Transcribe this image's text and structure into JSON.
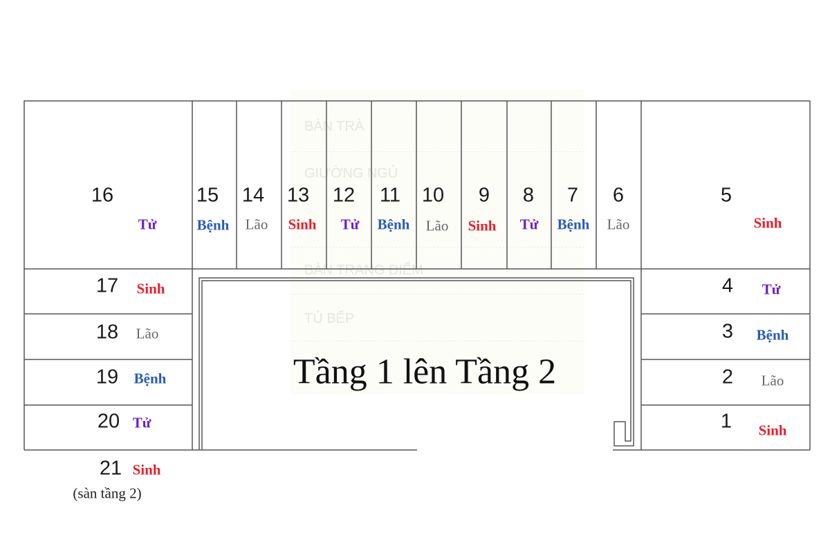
{
  "title": "Tầng 1 lên Tầng 2",
  "note": "(sàn tầng 2)",
  "watermark": [
    "BÀN TRÀ",
    "GIƯỜNG NGỦ",
    "BÀN TRANG ĐIỂM",
    "TỦ BẾP"
  ],
  "colors": {
    "Sinh": "#e8202a",
    "Tử": "#6a1fd0",
    "Bệnh": "#2a5cb8",
    "Lão": "#666666",
    "lines": "#555555"
  },
  "steps": [
    {
      "number": "1",
      "label": "Sinh"
    },
    {
      "number": "2",
      "label": "Lão"
    },
    {
      "number": "3",
      "label": "Bệnh"
    },
    {
      "number": "4",
      "label": "Tử"
    },
    {
      "number": "5",
      "label": "Sinh"
    },
    {
      "number": "6",
      "label": "Lão"
    },
    {
      "number": "7",
      "label": "Bệnh"
    },
    {
      "number": "8",
      "label": "Tử"
    },
    {
      "number": "9",
      "label": "Sinh"
    },
    {
      "number": "10",
      "label": "Lão"
    },
    {
      "number": "11",
      "label": "Bệnh"
    },
    {
      "number": "12",
      "label": "Tử"
    },
    {
      "number": "13",
      "label": "Sinh"
    },
    {
      "number": "14",
      "label": "Lão"
    },
    {
      "number": "15",
      "label": "Bệnh"
    },
    {
      "number": "16",
      "label": "Tử"
    },
    {
      "number": "17",
      "label": "Sinh"
    },
    {
      "number": "18",
      "label": "Lão"
    },
    {
      "number": "19",
      "label": "Bệnh"
    },
    {
      "number": "20",
      "label": "Tử"
    },
    {
      "number": "21",
      "label": "Sinh"
    }
  ]
}
